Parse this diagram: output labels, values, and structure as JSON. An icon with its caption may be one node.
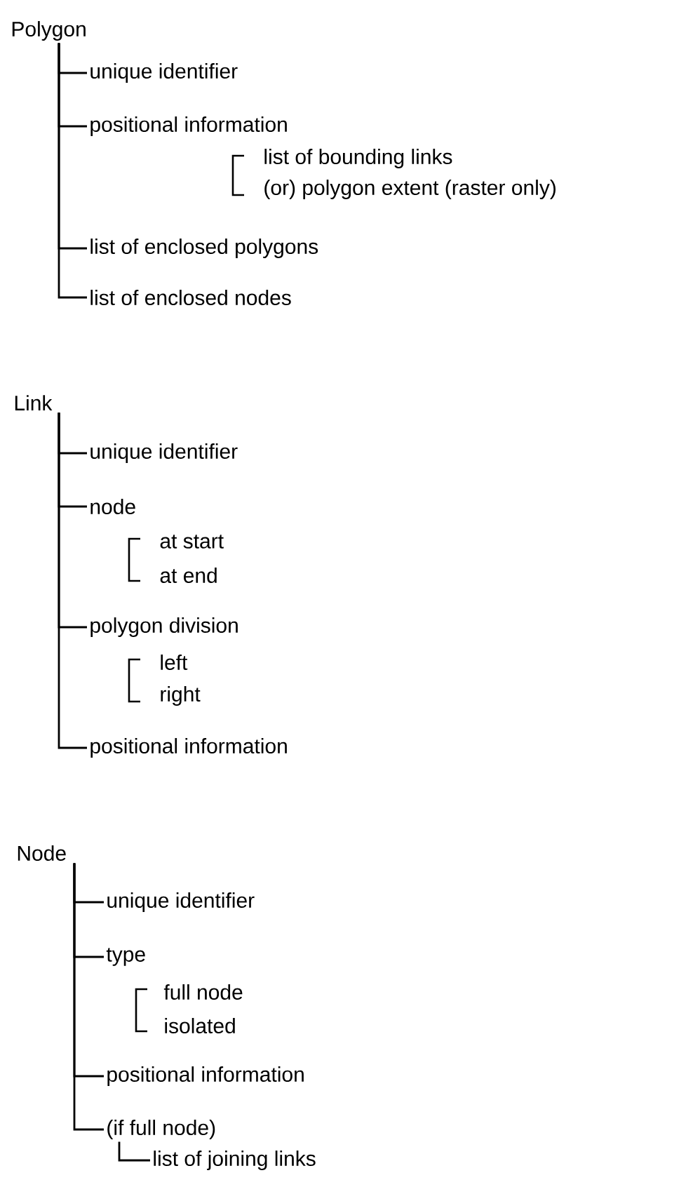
{
  "diagram": {
    "nodes": [
      {
        "text": [
          "Polygon"
        ]
      },
      {
        "text": [
          "unique identifier"
        ]
      },
      {
        "text": [
          "positional information"
        ]
      },
      {
        "text": [
          "list of bounding links"
        ]
      },
      {
        "text": [
          "(or) polygon extent (raster only)"
        ]
      },
      {
        "text": [
          "list of enclosed polygons"
        ]
      },
      {
        "text": [
          "list of enclosed nodes"
        ]
      },
      {
        "text": [
          "Link"
        ]
      },
      {
        "text": [
          "unique identifier"
        ]
      },
      {
        "text": [
          "node"
        ]
      },
      {
        "text": [
          "at start"
        ]
      },
      {
        "text": [
          "at end"
        ]
      },
      {
        "text": [
          "polygon division"
        ]
      },
      {
        "text": [
          "left"
        ]
      },
      {
        "text": [
          "right"
        ]
      },
      {
        "text": [
          "positional information"
        ]
      },
      {
        "text": [
          "Node"
        ]
      },
      {
        "text": [
          "unique identifier"
        ]
      },
      {
        "text": [
          "type"
        ]
      },
      {
        "text": [
          "full node"
        ]
      },
      {
        "text": [
          "isolated"
        ]
      },
      {
        "text": [
          "positional information"
        ]
      },
      {
        "text": [
          "(if full node)"
        ]
      },
      {
        "text": [
          "list of joining links"
        ]
      }
    ],
    "edges": [
      {
        "from": 0,
        "to": 1,
        "arrow": "none"
      },
      {
        "from": 0,
        "to": 2,
        "arrow": "none"
      },
      {
        "from": 0,
        "to": 5,
        "arrow": "none"
      },
      {
        "from": 0,
        "to": 6,
        "arrow": "none"
      },
      {
        "from": 7,
        "to": 8,
        "arrow": "none"
      },
      {
        "from": 7,
        "to": 9,
        "arrow": "none"
      },
      {
        "from": 7,
        "to": 12,
        "arrow": "none"
      },
      {
        "from": 7,
        "to": 15,
        "arrow": "none"
      },
      {
        "from": 16,
        "to": 17,
        "arrow": "none"
      },
      {
        "from": 16,
        "to": 18,
        "arrow": "none"
      },
      {
        "from": 16,
        "to": 21,
        "arrow": "none"
      },
      {
        "from": 16,
        "to": 22,
        "arrow": "none"
      },
      {
        "from": 22,
        "to": 23,
        "arrow": "none"
      }
    ]
  }
}
